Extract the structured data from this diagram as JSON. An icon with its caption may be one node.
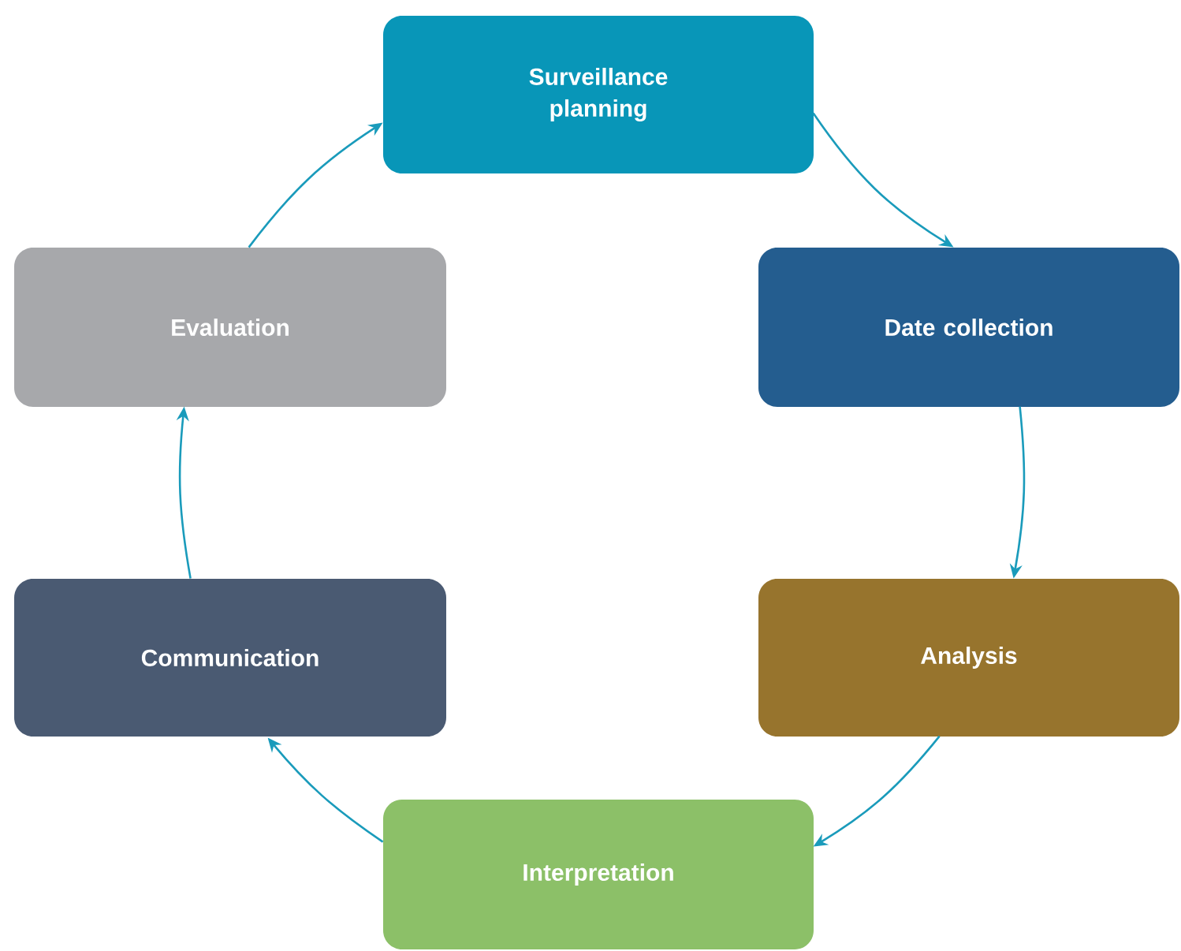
{
  "diagram": {
    "nodes": [
      {
        "text": [
          "Surveillance planning"
        ]
      },
      {
        "text": [
          "Date collection"
        ]
      },
      {
        "text": [
          "Analysis"
        ]
      },
      {
        "text": [
          "Interpretation"
        ]
      },
      {
        "text": [
          "Communication"
        ]
      },
      {
        "text": [
          "Evaluation"
        ]
      }
    ],
    "edges": [
      {
        "from": 0,
        "to": 1,
        "arrow": "to"
      },
      {
        "from": 1,
        "to": 2,
        "arrow": "to"
      },
      {
        "from": 2,
        "to": 3,
        "arrow": "to"
      },
      {
        "from": 3,
        "to": 4,
        "arrow": "to"
      },
      {
        "from": 4,
        "to": 5,
        "arrow": "to"
      },
      {
        "from": 5,
        "to": 0,
        "arrow": "to"
      }
    ]
  }
}
